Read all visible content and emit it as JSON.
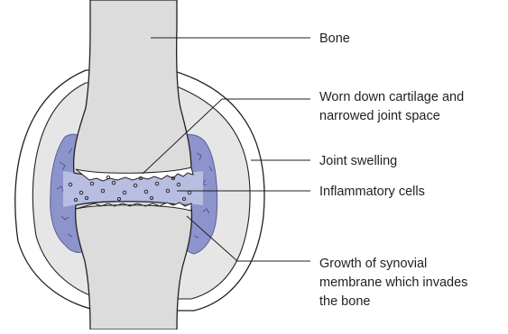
{
  "labels": {
    "bone": "Bone",
    "cartilage_line1": "Worn down cartilage and",
    "cartilage_line2": "narrowed joint space",
    "swelling": "Joint swelling",
    "inflammatory": "Inflammatory cells",
    "synovial_line1": "Growth of synovial",
    "synovial_line2": "membrane which invades",
    "synovial_line3": "the bone"
  },
  "colors": {
    "bone_fill": "#dcdcdc",
    "capsule_fill": "#e6e6e6",
    "synovium_fill": "#8d93cb",
    "joint_space_fill": "#b8bde2",
    "cartilage_fill": "#ffffff",
    "line": "#231f20"
  }
}
